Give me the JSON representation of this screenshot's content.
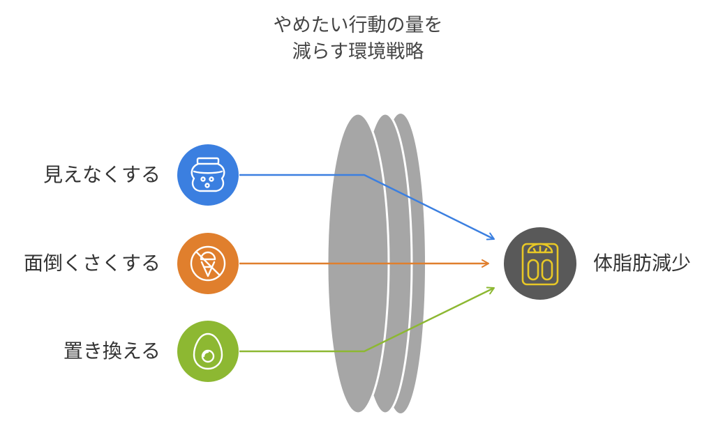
{
  "title": {
    "line1": "やめたい行動の量を",
    "line2": "減らす環境戦略"
  },
  "strategies": [
    {
      "label": "見えなくする",
      "color": "#3b7fe0",
      "icon": "jar-icon"
    },
    {
      "label": "面倒くさくする",
      "color": "#e07f2d",
      "icon": "no-ice-cream-icon"
    },
    {
      "label": "置き換える",
      "color": "#8db832",
      "icon": "egg-icon"
    }
  ],
  "outcome": {
    "label": "体脂肪減少",
    "color": "#595959",
    "icon": "scale-icon",
    "icon_color": "#e8c826"
  },
  "lens_color": "#a6a6a6"
}
